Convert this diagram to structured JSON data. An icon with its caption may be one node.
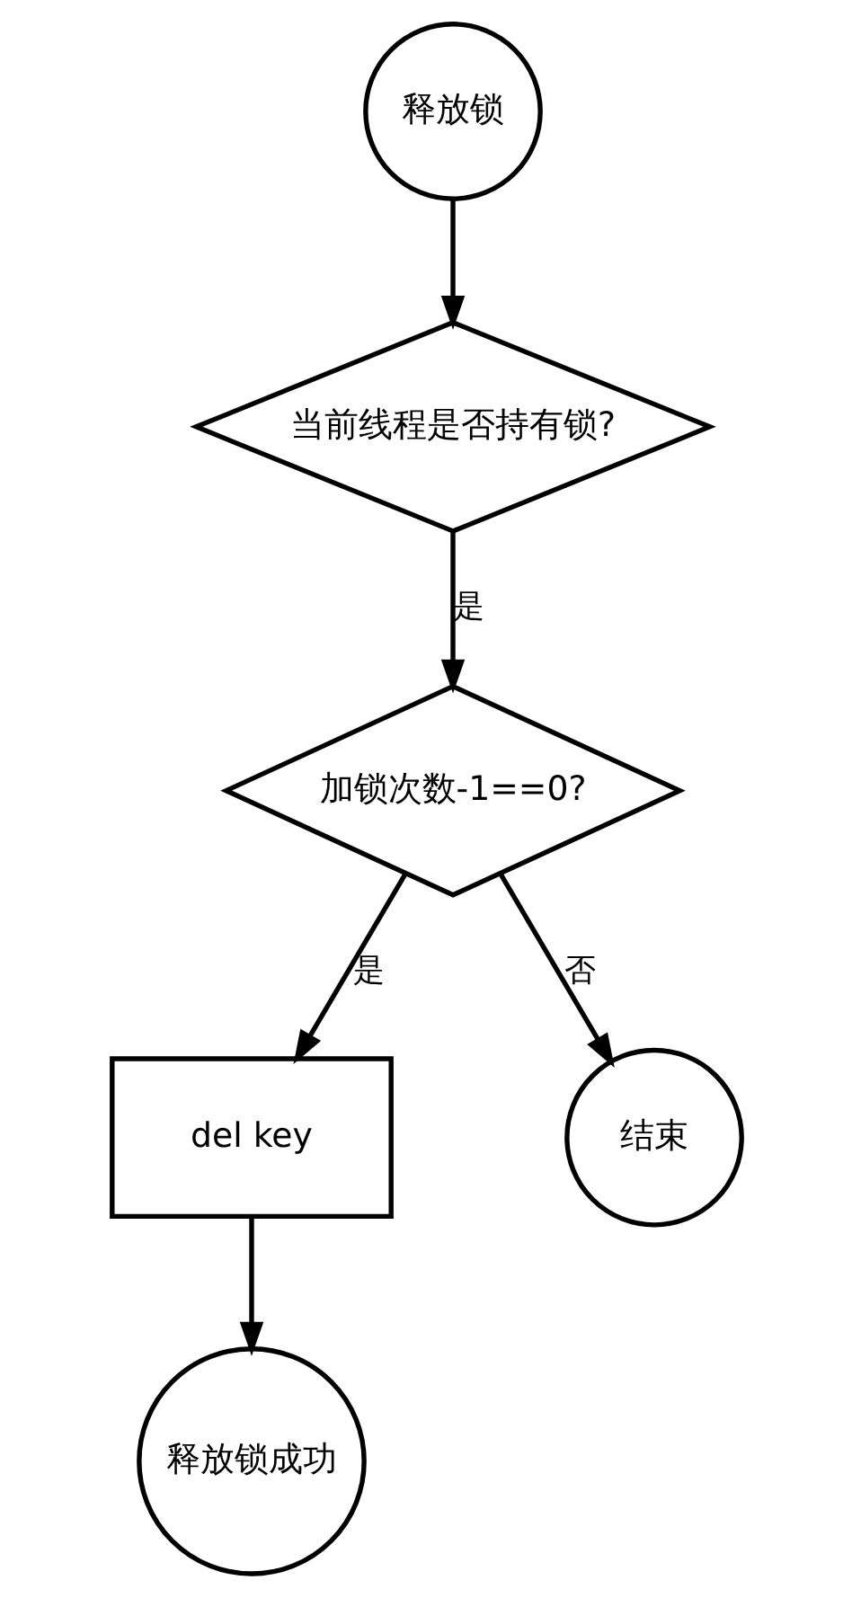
{
  "diagram": {
    "nodes": [
      {
        "text": [
          "释放锁"
        ]
      },
      {
        "text": [
          "当前线程是否持有锁?"
        ]
      },
      {
        "text": [
          "加锁次数-1==0?"
        ]
      },
      {
        "text": [
          "del key"
        ]
      },
      {
        "text": [
          "结束"
        ]
      },
      {
        "text": [
          "释放锁成功"
        ]
      }
    ],
    "edges": [
      {
        "from": 0,
        "to": 1,
        "arrow": "to"
      },
      {
        "from": 1,
        "to": 2,
        "arrow": "to",
        "label": "是"
      },
      {
        "from": 2,
        "to": 3,
        "arrow": "to",
        "label": "是"
      },
      {
        "from": 2,
        "to": 4,
        "arrow": "to",
        "label": "否"
      },
      {
        "from": 3,
        "to": 5,
        "arrow": "to"
      }
    ]
  }
}
